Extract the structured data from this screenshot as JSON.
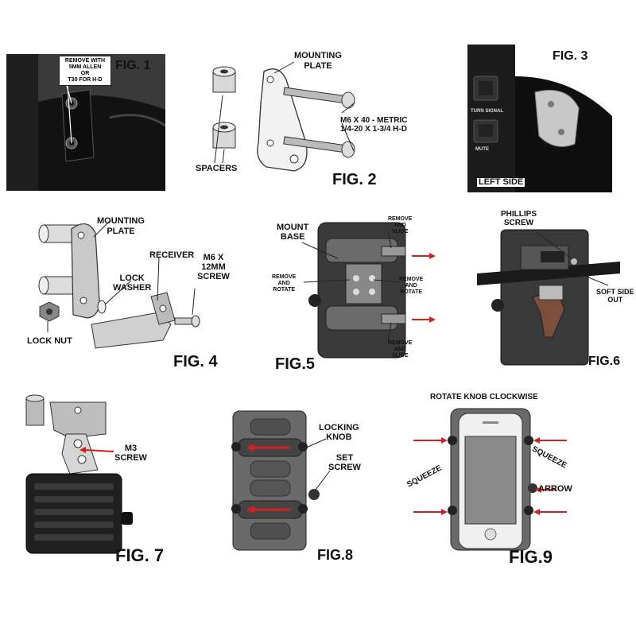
{
  "fig1": {
    "label": "FIG. 1",
    "note_lines": [
      "REMOVE WITH",
      "5MM ALLEN",
      "OR",
      "T30 FOR H-D"
    ]
  },
  "fig2": {
    "label": "FIG. 2",
    "mounting_plate": [
      "MOUNTING",
      "PLATE"
    ],
    "bolt_spec": [
      "M6 X 40 - METRIC",
      "1/4-20 X 1-3/4 H-D"
    ],
    "spacers": "SPACERS"
  },
  "fig3": {
    "label": "FIG. 3",
    "left_side": "LEFT SIDE",
    "switch_labels": [
      "TURN SIGNAL",
      "MUTE"
    ]
  },
  "fig4": {
    "label": "FIG. 4",
    "mounting_plate": [
      "MOUNTING",
      "PLATE"
    ],
    "receiver": "RECEIVER",
    "lock_washer": [
      "LOCK",
      "WASHER"
    ],
    "screw": [
      "M6 X",
      "12MM",
      "SCREW"
    ],
    "lock_nut": "LOCK NUT"
  },
  "fig5": {
    "label": "FIG.5",
    "mount_base": [
      "MOUNT",
      "BASE"
    ],
    "remove_slide_top": [
      "REMOVE",
      "AND",
      "SLIDE"
    ],
    "remove_rotate_left": [
      "REMOVE",
      "AND",
      "ROTATE"
    ],
    "remove_rotate_right": [
      "REMOVE",
      "AND",
      "ROTATE"
    ],
    "remove_slide_bottom": [
      "REMOVE",
      "AND",
      "SLIDE"
    ]
  },
  "fig6": {
    "label": "FIG.6",
    "phillips": [
      "PHILLIPS",
      "SCREW"
    ],
    "soft_side": [
      "SOFT SIDE",
      "OUT"
    ]
  },
  "fig7": {
    "label": "FIG. 7",
    "m3": [
      "M3",
      "SCREW"
    ]
  },
  "fig8": {
    "label": "FIG.8",
    "locking_knob": [
      "LOCKING",
      "KNOB"
    ],
    "set_screw": [
      "SET",
      "SCREW"
    ]
  },
  "fig9": {
    "label": "FIG.9",
    "rotate_knob": "ROTATE KNOB CLOCKWISE",
    "squeeze_left": "SQUEEZE",
    "squeeze_right": "SQUEEZE",
    "arrow": "ARROW"
  },
  "colors": {
    "arrow_red": "#d42020",
    "dark_metal": "#2b2b2b",
    "mid_gray": "#6e6e6e",
    "light_gray": "#c9c9c9",
    "phone_screen": "#8a8a8a"
  }
}
